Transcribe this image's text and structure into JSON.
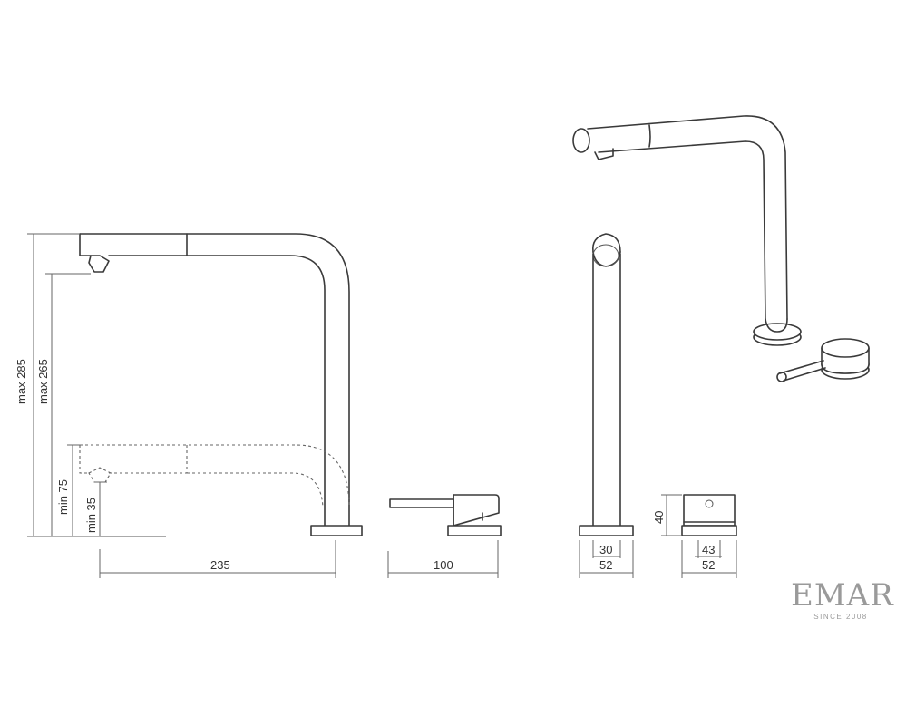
{
  "dimensions": {
    "max_285": "max 285",
    "max_265": "max 265",
    "min_75": "min 75",
    "min_35": "min 35",
    "width_235": "235",
    "width_100": "100",
    "width_30": "30",
    "width_52_front": "52",
    "height_40": "40",
    "width_43": "43",
    "width_52_lever": "52"
  },
  "logo": {
    "brand": "EMAR",
    "since": "SINCE 2008"
  },
  "colors": {
    "line": "#3a3a3a",
    "dimension": "#666666",
    "logo": "#9a9a9a"
  }
}
